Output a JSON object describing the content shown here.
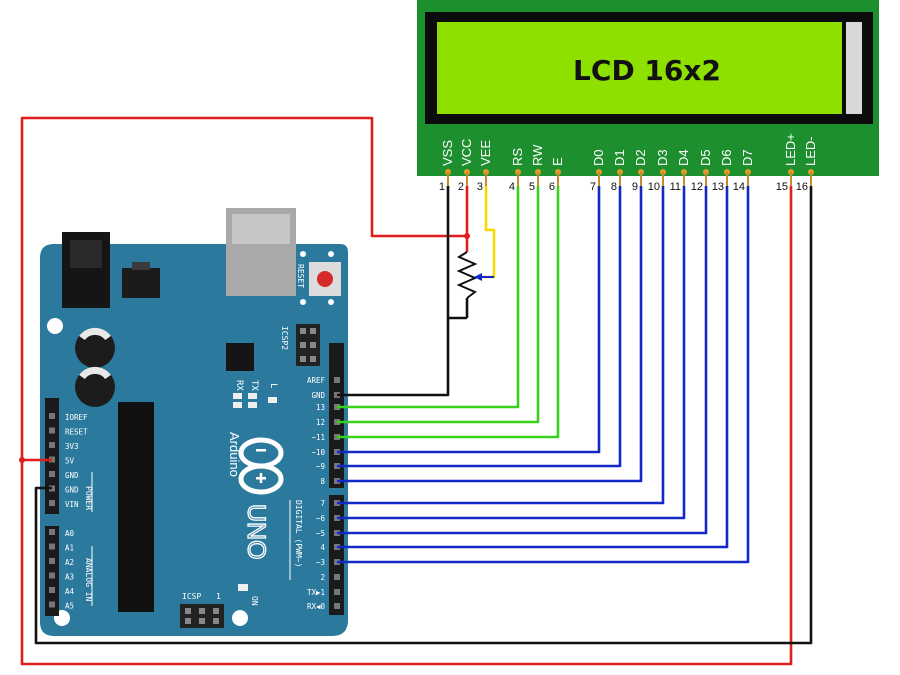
{
  "lcd": {
    "title": "LCD 16x2",
    "pins": [
      {
        "name": "VSS",
        "number": "1"
      },
      {
        "name": "VCC",
        "number": "2"
      },
      {
        "name": "VEE",
        "number": "3"
      },
      {
        "name": "RS",
        "number": "4"
      },
      {
        "name": "RW",
        "number": "5"
      },
      {
        "name": "E",
        "number": "6"
      },
      {
        "name": "D0",
        "number": "7"
      },
      {
        "name": "D1",
        "number": "8"
      },
      {
        "name": "D2",
        "number": "9"
      },
      {
        "name": "D3",
        "number": "10"
      },
      {
        "name": "D4",
        "number": "11"
      },
      {
        "name": "D5",
        "number": "12"
      },
      {
        "name": "D6",
        "number": "13"
      },
      {
        "name": "D7",
        "number": "14"
      },
      {
        "name": "LED+",
        "number": "15"
      },
      {
        "name": "LED-",
        "number": "16"
      }
    ]
  },
  "arduino": {
    "brand": "Arduino",
    "model": "UNO",
    "reset_label": "RESET",
    "icsp2_label": "ICSP2",
    "icsp_label": "ICSP",
    "on_label": "ON",
    "tx_label": "TX",
    "rx_label": "RX",
    "l_label": "L",
    "power_label": "POWER",
    "analog_label": "ANALOG IN",
    "digital_label": "DIGITAL (PWM~)",
    "power_pins": [
      "IOREF",
      "RESET",
      "3V3",
      "5V",
      "GND",
      "GND",
      "VIN"
    ],
    "analog_pins": [
      "A0",
      "A1",
      "A2",
      "A3",
      "A4",
      "A5"
    ],
    "header_top": [
      "AREF",
      "GND",
      "13",
      "12",
      "~11",
      "~10",
      "~9",
      "8"
    ],
    "header_bottom": [
      "7",
      "~6",
      "~5",
      "4",
      "~3",
      "2",
      "TX▶1",
      "RX◀0"
    ]
  },
  "colors": {
    "wire_red": "#e01e1e",
    "wire_black": "#111111",
    "wire_green": "#37d21c",
    "wire_blue": "#1428c8",
    "wire_yellow": "#f5d800",
    "board": "#2b7a9e",
    "lcd_screen": "#8ee000",
    "lcd_pcb": "#1e8f2e"
  }
}
